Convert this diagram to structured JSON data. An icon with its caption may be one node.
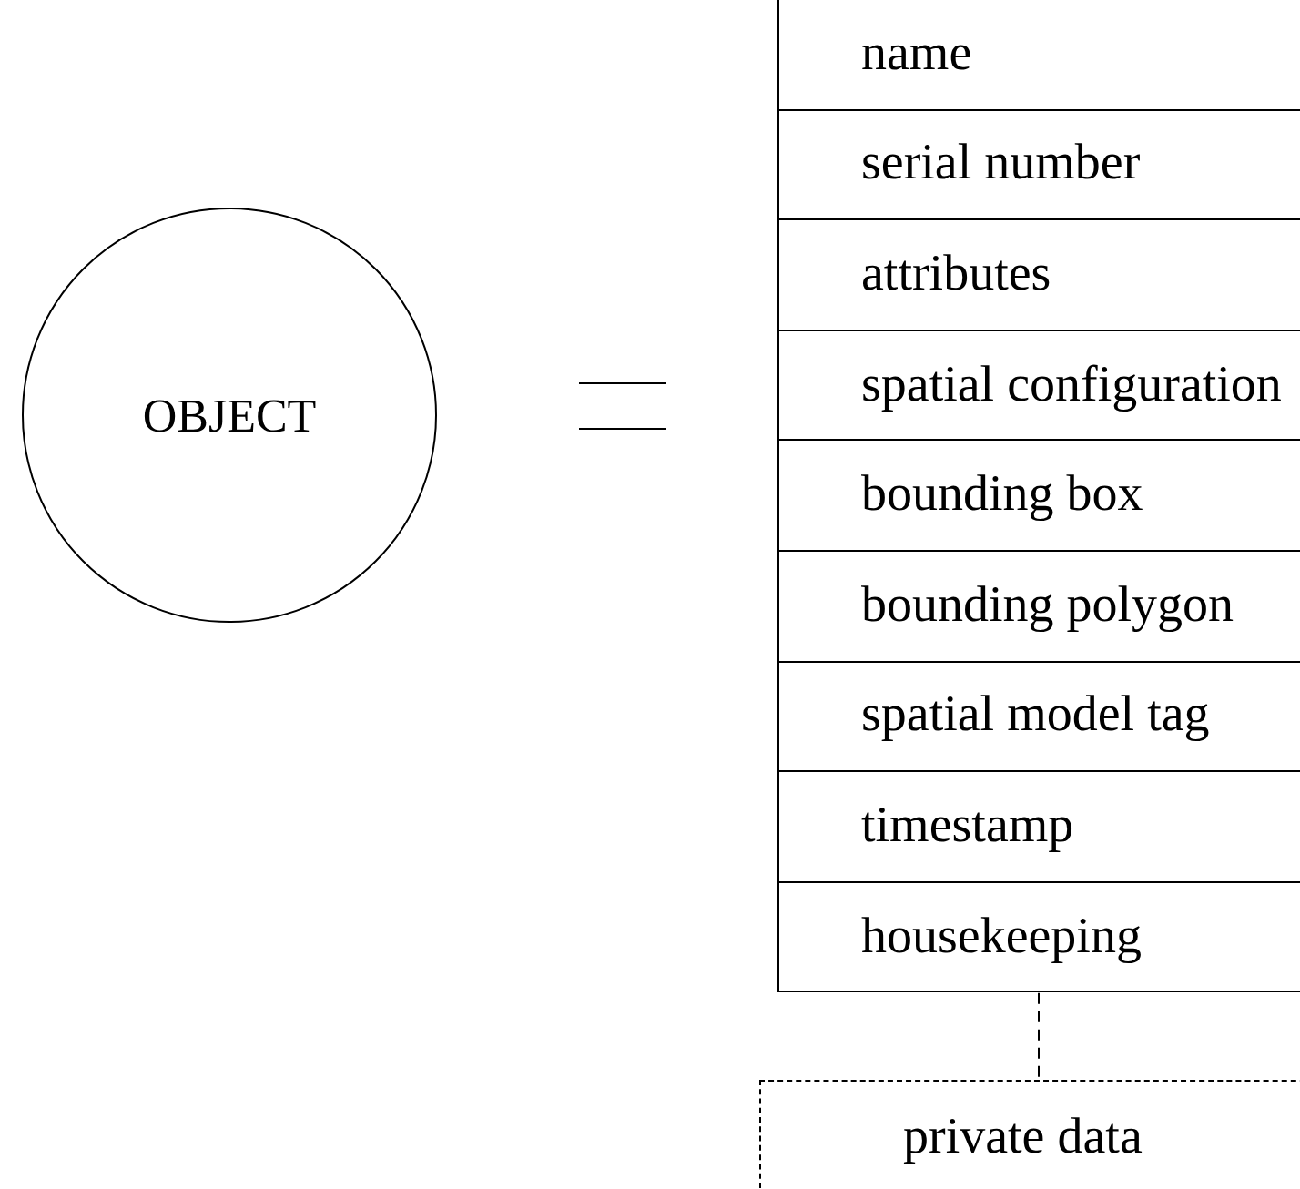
{
  "diagram": {
    "nodes": [
      {
        "text": [
          "OBJECT"
        ]
      },
      {
        "text": [],
        "shape": "box"
      },
      {
        "text": [
          "name"
        ],
        "in": 1
      },
      {
        "text": [
          "serial number"
        ],
        "in": 1
      },
      {
        "text": [
          "attributes"
        ],
        "in": 1
      },
      {
        "text": [
          "spatial configuration"
        ],
        "in": 1
      },
      {
        "text": [
          "bounding box"
        ],
        "in": 1
      },
      {
        "text": [
          "bounding polygon"
        ],
        "in": 1
      },
      {
        "text": [
          "spatial model tag"
        ],
        "in": 1
      },
      {
        "text": [
          "timestamp"
        ],
        "in": 1
      },
      {
        "text": [
          "housekeeping"
        ],
        "in": 1
      },
      {
        "text": [
          "private data"
        ]
      }
    ],
    "edges": [
      {
        "from": 1,
        "to": 11,
        "arrow": "none",
        "style": "dashed"
      }
    ]
  }
}
